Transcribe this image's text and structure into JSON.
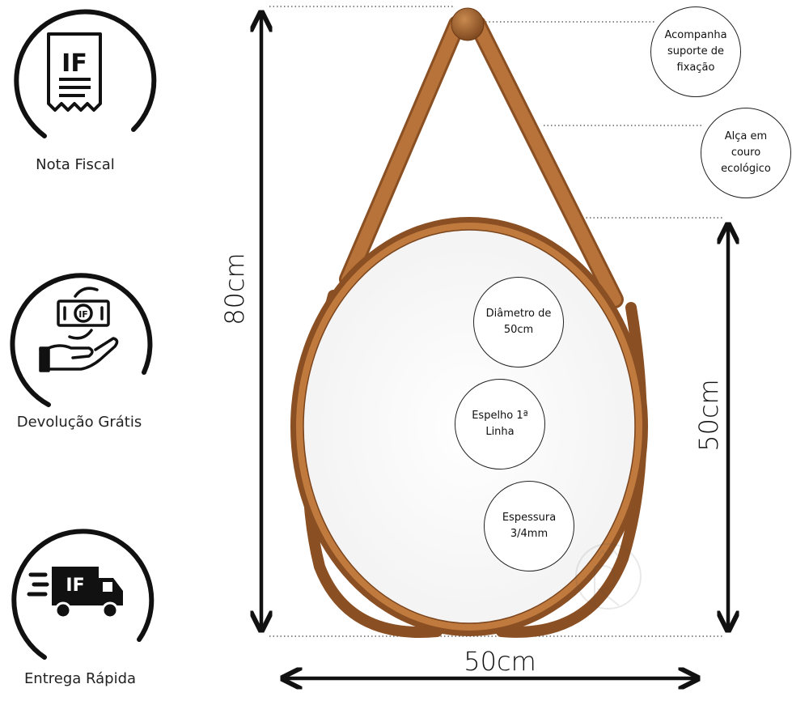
{
  "badges": [
    {
      "label": "Nota Fiscal",
      "icon": "receipt-icon"
    },
    {
      "label": "Devolução Grátis",
      "icon": "money-return-hand-icon"
    },
    {
      "label": "Entrega Rápida",
      "icon": "delivery-truck-icon"
    }
  ],
  "icon_text": "IF",
  "callouts": {
    "support": [
      "Acompanha",
      "suporte de",
      "fixação"
    ],
    "strap": [
      "Alça em",
      "couro",
      "ecológico"
    ],
    "diameter": [
      "Diâmetro de",
      "50cm"
    ],
    "mirror": [
      "Espelho 1ª",
      "Linha"
    ],
    "thickness": [
      "Espessura",
      "3/4mm"
    ]
  },
  "dimensions": {
    "total_height": "80cm",
    "mirror_height": "50cm",
    "width": "50cm"
  },
  "colors": {
    "frame": "#b8733a",
    "frame_dark": "#8a4f22",
    "ink": "#111111"
  }
}
